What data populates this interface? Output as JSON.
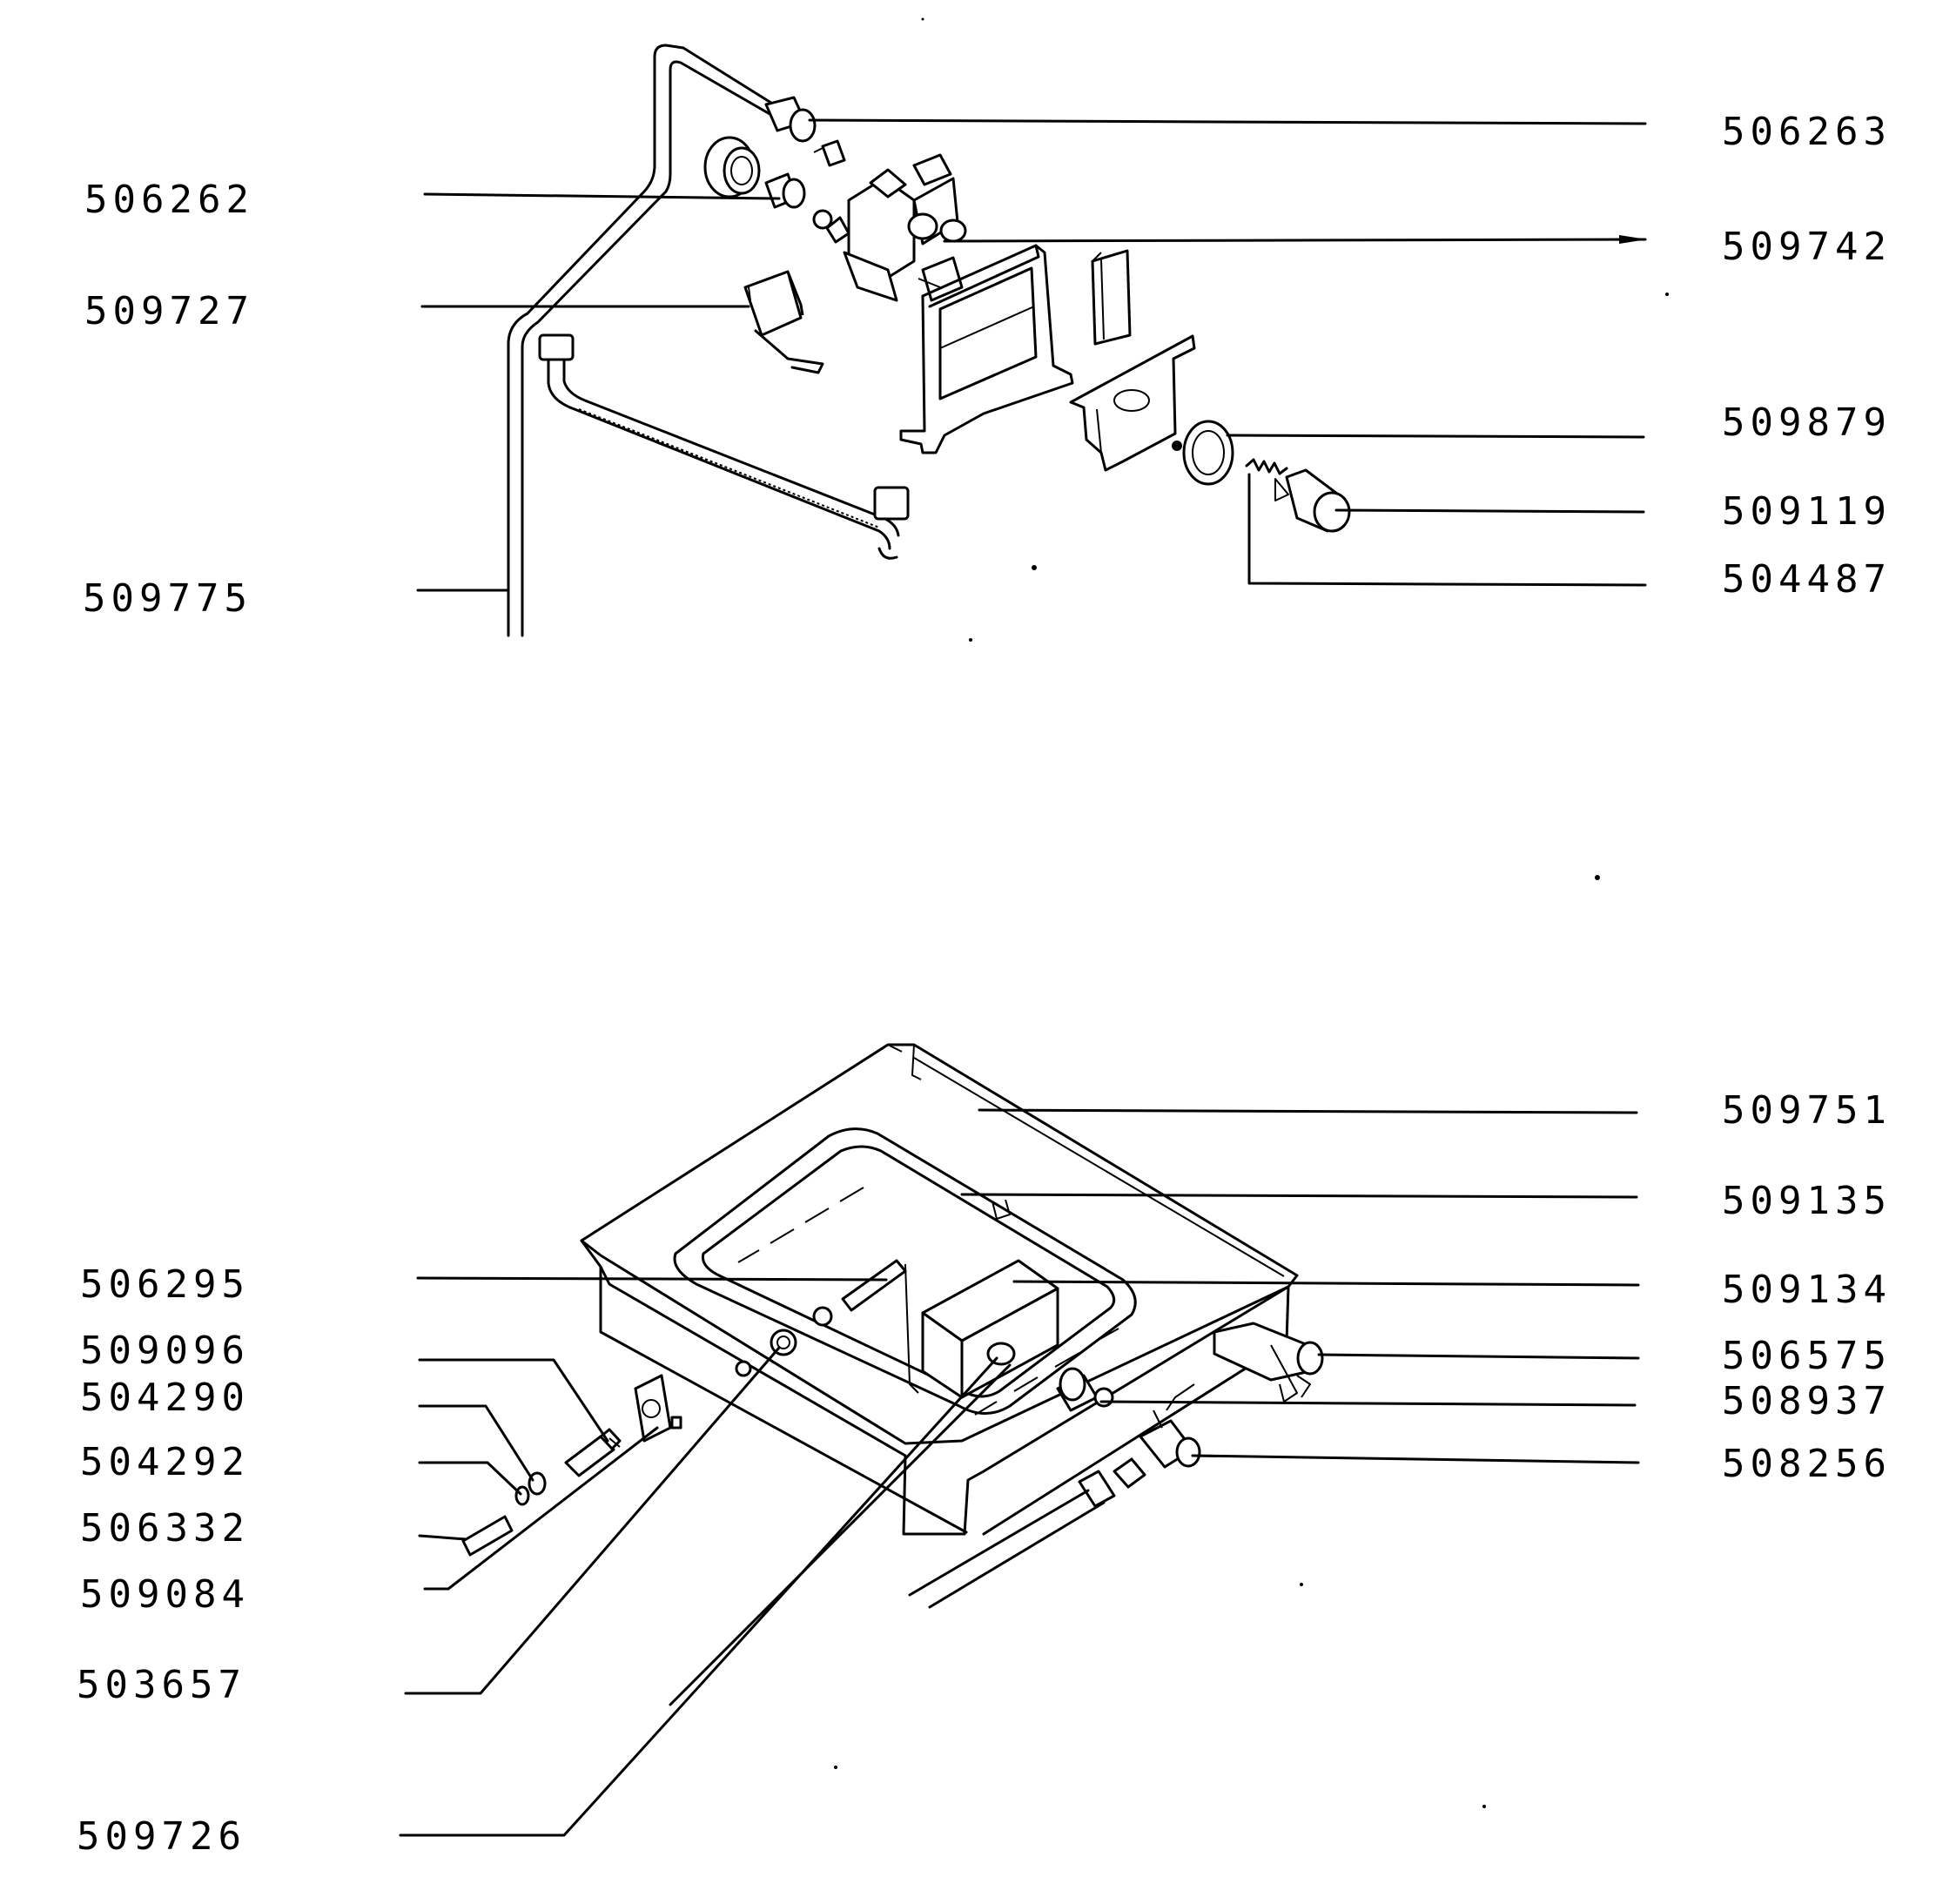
{
  "diagram": {
    "top_assembly": {
      "labels": [
        {
          "id": "506263",
          "text": "506263"
        },
        {
          "id": "506262",
          "text": "506262"
        },
        {
          "id": "509742",
          "text": "509742"
        },
        {
          "id": "509727",
          "text": "509727"
        },
        {
          "id": "509879",
          "text": "509879"
        },
        {
          "id": "509119",
          "text": "509119"
        },
        {
          "id": "504487",
          "text": "504487"
        },
        {
          "id": "509775",
          "text": "509775"
        }
      ]
    },
    "bottom_assembly": {
      "labels": [
        {
          "id": "509751",
          "text": "509751"
        },
        {
          "id": "509135",
          "text": "509135"
        },
        {
          "id": "506295",
          "text": "506295"
        },
        {
          "id": "509134",
          "text": "509134"
        },
        {
          "id": "509096",
          "text": "509096"
        },
        {
          "id": "506575",
          "text": "506575"
        },
        {
          "id": "504290",
          "text": "504290"
        },
        {
          "id": "508937",
          "text": "508937"
        },
        {
          "id": "504292",
          "text": "504292"
        },
        {
          "id": "508256",
          "text": "508256"
        },
        {
          "id": "506332",
          "text": "506332"
        },
        {
          "id": "509084",
          "text": "509084"
        },
        {
          "id": "503657",
          "text": "503657"
        },
        {
          "id": "509726",
          "text": "509726"
        }
      ]
    }
  }
}
